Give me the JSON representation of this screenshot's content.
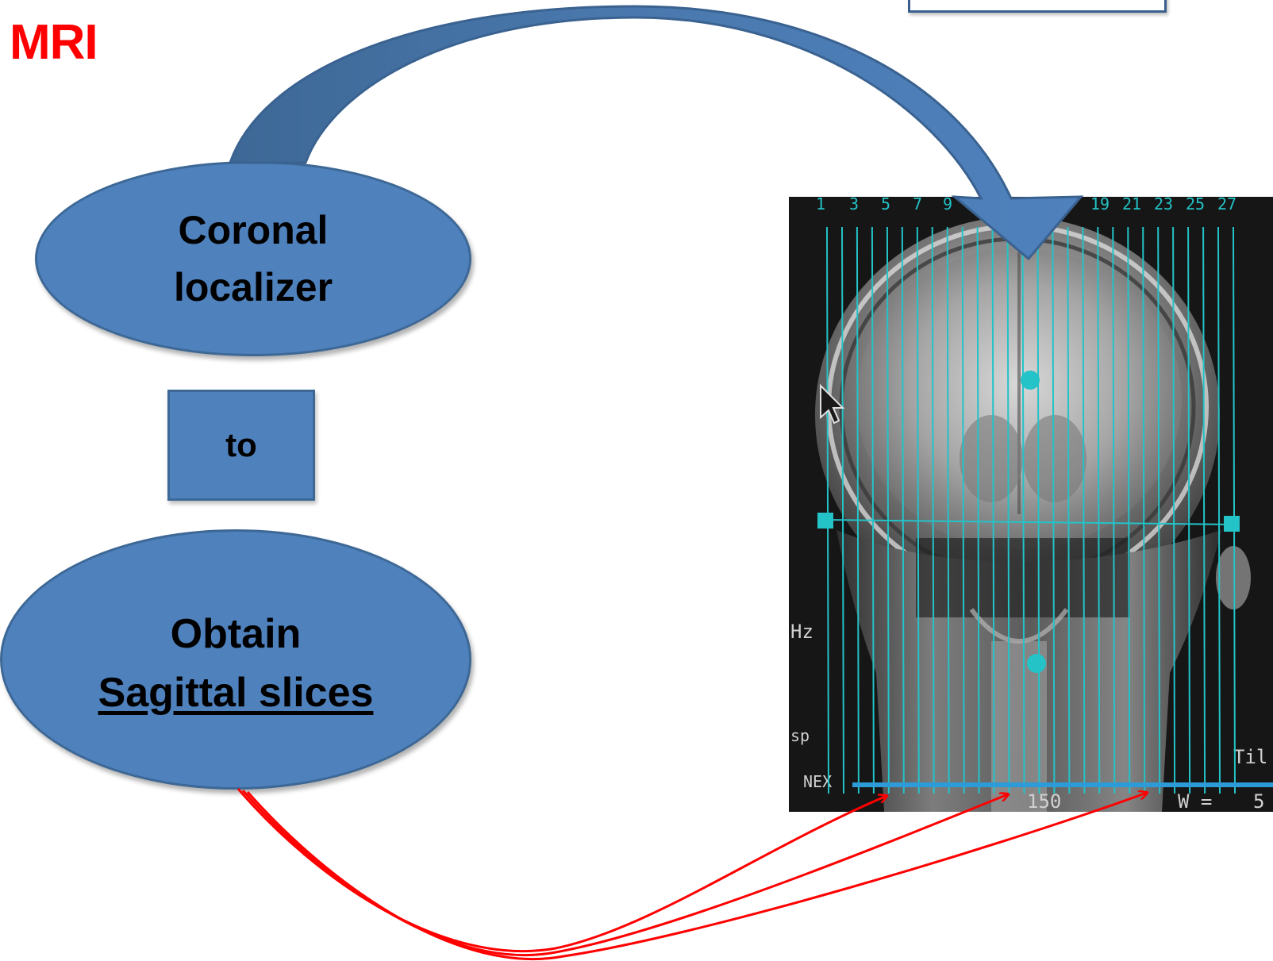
{
  "title": "MRI",
  "top_box_label": "",
  "steps": {
    "coronal": {
      "line1": "Coronal",
      "line2": "localizer"
    },
    "connector": "to",
    "sagittal": {
      "line1": "Obtain",
      "line2": "Sagittal slices"
    }
  },
  "mri_screen": {
    "slice_numbers": [
      "1",
      "3",
      "5",
      "7",
      "9",
      "19",
      "21",
      "23",
      "25",
      "27"
    ],
    "side_labels": [
      "Hz",
      "sp",
      "NEX"
    ],
    "bottom_labels": [
      "150",
      "W =",
      "5"
    ],
    "right_label": "Til"
  },
  "colors": {
    "shape_fill": "#4f81bd",
    "shape_border": "#3d6896",
    "title": "#ff0000",
    "callout_lines": "#ff0000",
    "slice_lines": "#23c3c8"
  }
}
